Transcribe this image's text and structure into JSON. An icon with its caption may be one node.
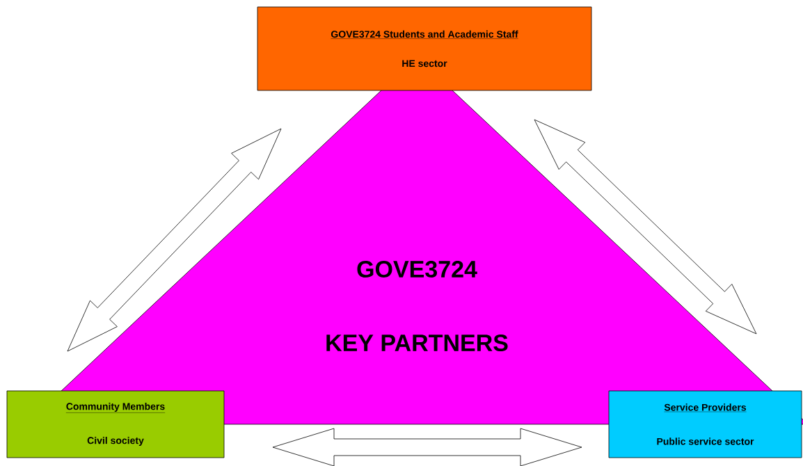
{
  "diagram": {
    "nodes": [
      {
        "text": [
          "GOVE3724 Students and Academic Staff",
          "HE sector"
        ]
      },
      {
        "text": [
          "GOVE3724",
          "KEY PARTNERS"
        ]
      },
      {
        "text": [
          "Community Members",
          "Civil society"
        ]
      },
      {
        "text": [
          "Service Providers",
          "Public service sector"
        ]
      }
    ],
    "edges": [
      {
        "from": 0,
        "to": 2,
        "arrow": "both"
      },
      {
        "from": 0,
        "to": 3,
        "arrow": "both"
      },
      {
        "from": 2,
        "to": 3,
        "arrow": "both"
      }
    ]
  }
}
